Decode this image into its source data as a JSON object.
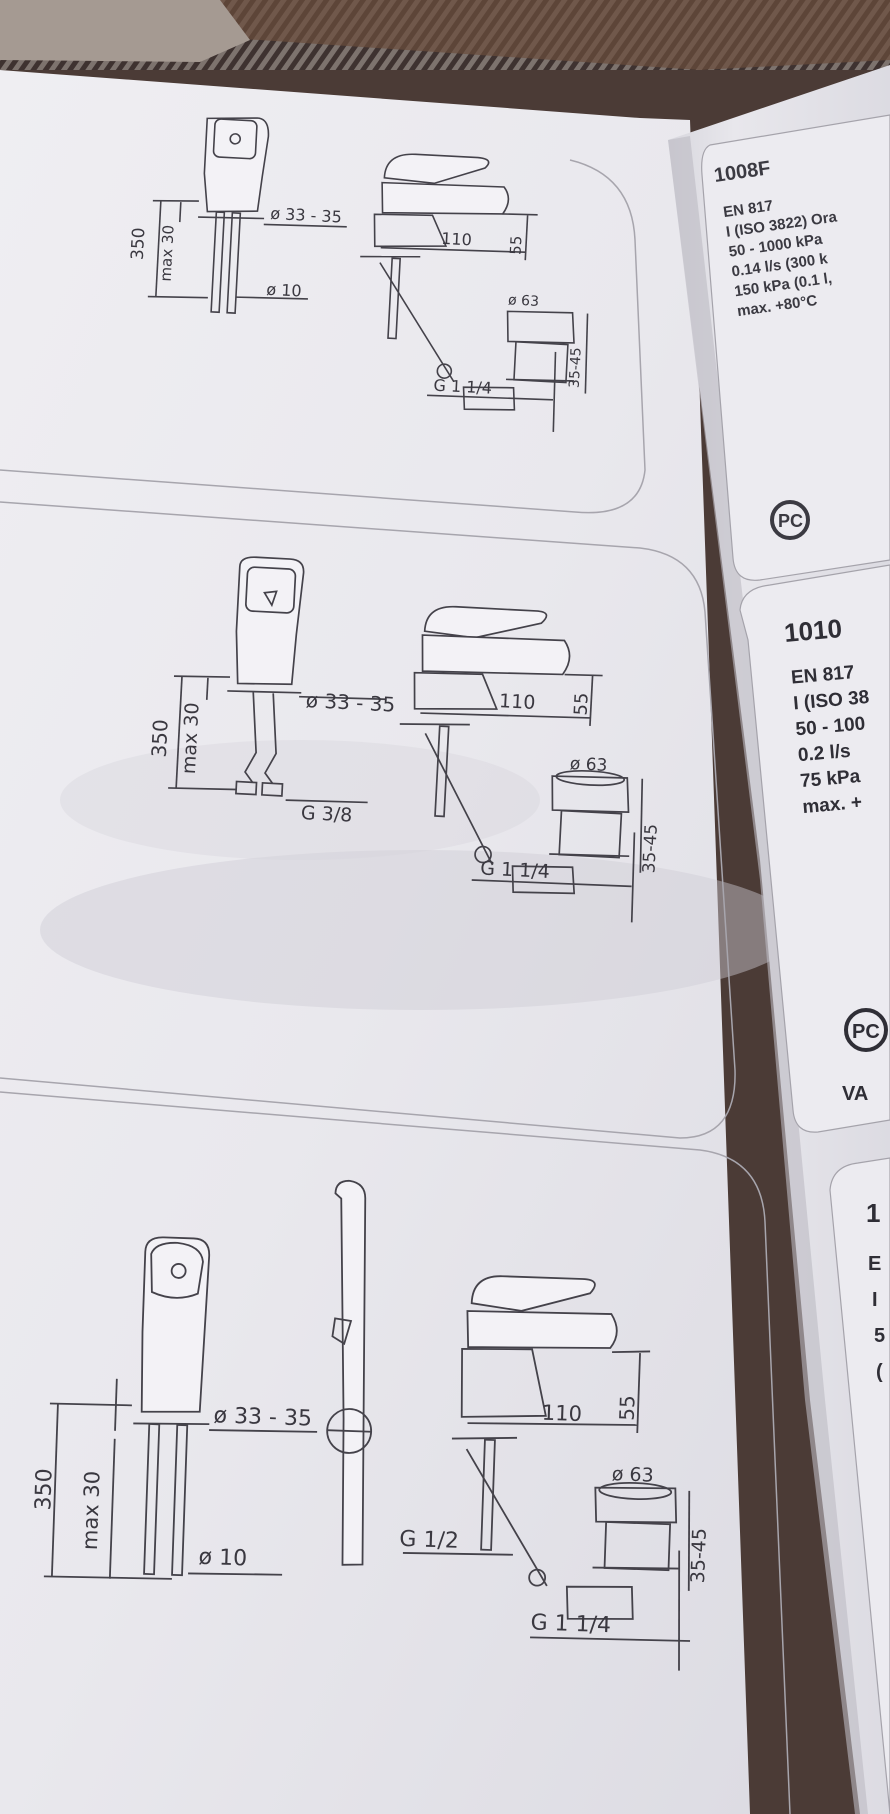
{
  "colors": {
    "paper": "#ecebef",
    "paper_shadow": "#d6d4db",
    "ink": "#3f3d45",
    "right_sheet": "#e3e2e8",
    "background_dark": "#4b3b36"
  },
  "diagrams": [
    {
      "model": "1008F",
      "labels": {
        "height": "350",
        "max": "max 30",
        "hole": "ø 33 - 35",
        "pipe": "ø 10",
        "reach": "110",
        "spout_height": "55",
        "drain_dia": "ø 63",
        "drain_range": "35-45",
        "drain_thread": "G 1 1/4"
      }
    },
    {
      "model": "1010",
      "labels": {
        "height": "350",
        "max": "max 30",
        "hole": "ø 33 - 35",
        "pipe": "G 3/8",
        "reach": "110",
        "spout_height": "55",
        "drain_dia": "ø 63",
        "drain_range": "35-45",
        "drain_thread": "G 1 1/4"
      }
    },
    {
      "labels": {
        "height": "350",
        "max": "max 30",
        "hole": "ø 33 - 35",
        "pipe": "ø 10",
        "reach": "110",
        "spout_height": "55",
        "drain_dia": "ø 63",
        "drain_range": "35-45",
        "shower_thread": "G 1/2",
        "drain_thread": "G 1 1/4"
      }
    }
  ],
  "spec_cards": [
    {
      "model": "1008F",
      "lines": [
        "EN 817",
        "I (ISO 3822) Ora",
        "50 - 1000 kPa",
        "0.14 l/s (300 k",
        "150 kPa (0.1 l,",
        "max. +80°C"
      ]
    },
    {
      "model": "1010",
      "lines": [
        "EN 817",
        "I (ISO 38",
        "50 - 100",
        "0.2 l/s",
        "75 kPa",
        "max. +"
      ],
      "footer": "VA"
    },
    {
      "model": "1",
      "lines": [
        "E",
        "I",
        "5",
        "("
      ]
    }
  ],
  "cert_mark": {
    "letters": "PC"
  }
}
